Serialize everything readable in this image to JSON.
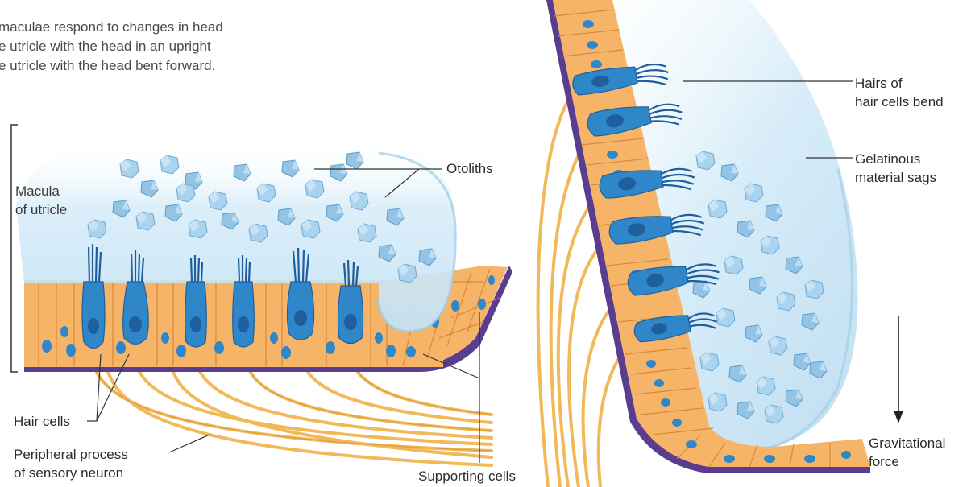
{
  "caption": {
    "line1": "maculae respond to changes in head",
    "line2": "e utricle with the head in an upright",
    "line3": "e utricle with the head bent forward."
  },
  "labels": {
    "macula_line1": "Macula",
    "macula_line2": "of utricle",
    "otoliths": "Otoliths",
    "hair_cells": "Hair cells",
    "peripheral_line1": "Peripheral process",
    "peripheral_line2": "of sensory neuron",
    "supporting_cells": "Supporting cells",
    "hairs_bend_line1": "Hairs of",
    "hairs_bend_line2": "hair cells bend",
    "gelatinous_line1": "Gelatinous",
    "gelatinous_line2": "material sags",
    "gravity_line1": "Gravitational",
    "gravity_line2": "force"
  },
  "colors": {
    "supporting_cell": "#f6b469",
    "supporting_cell_edge": "#d8893a",
    "hair_cell": "#2f87c9",
    "hair_cell_dark": "#1f5f9d",
    "basement_membrane": "#5b3d8f",
    "nerve_fiber": "#f2b95a",
    "gel": "#d9eef8",
    "otolith": "#a9d3ee",
    "otolith_edge": "#5d9cc8"
  }
}
